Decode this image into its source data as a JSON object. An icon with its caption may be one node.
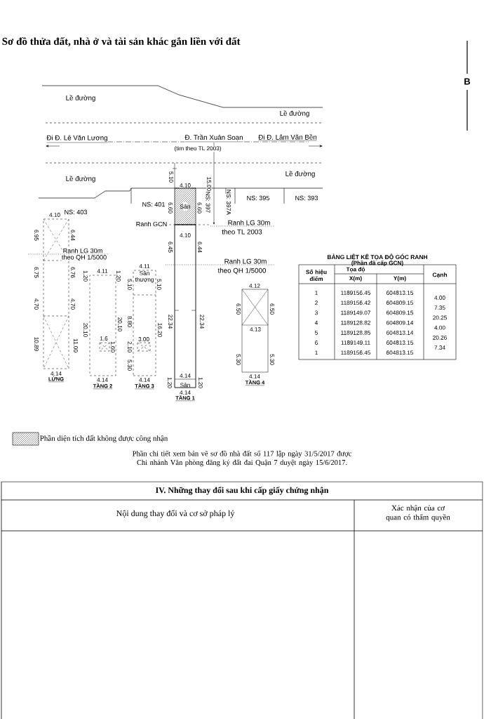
{
  "diagram": {
    "title": "Sơ đồ thửa đất, nhà ở và tài sản khác gắn liền với đất",
    "nodes": [
      {
        "text": [
          "Sân"
        ]
      },
      {
        "text": [],
        "shape": "box",
        "beside": [
          "LỬNG"
        ]
      },
      {
        "text": [],
        "shape": "box",
        "beside": [
          "TẦNG 2"
        ]
      },
      {
        "text": [
          "Sân thượng"
        ],
        "beside": [
          "TẦNG 3"
        ]
      },
      {
        "text": [
          "Sân"
        ],
        "beside": [
          "TẦNG 1"
        ]
      },
      {
        "text": [],
        "shape": "box",
        "beside": [
          "TẦNG 4"
        ]
      }
    ],
    "labels": [
      "Lề đường",
      "Lề đường",
      "Đi Đ. Lê Văn Lương",
      "Đ. Trần Xuân Soạn",
      "(tim theo TL 2003)",
      "Đi Đ. Lâm Văn Bền",
      "Lề đường",
      "Lề đường",
      "5.10",
      "15.00",
      "4.10",
      "NS: 403",
      "6.60",
      "6.60",
      "Ranh GCN",
      "Ranh LG 30m",
      "theo TL 2003",
      "4.10",
      "6.45",
      "6.44",
      "Ranh LG 30m",
      "theo QH 1/5000",
      "22.34",
      "22.34",
      "1.20",
      "4.14",
      "1.20",
      "4.14",
      "4.10",
      "6.95",
      "6.44",
      "Ranh LG 30m",
      "theo QH 1/5000",
      "6.75",
      "6.76",
      "4.70",
      "4.70",
      "10.89",
      "11.00",
      "4.14",
      "4.11",
      "1.20",
      "1.20",
      "20.10",
      "20.10",
      "1.6",
      "1.60",
      "4.14",
      "4.11",
      "5.10",
      "5.10",
      "8.80",
      "16.20",
      "3.00",
      "2.10",
      "5.30",
      "4.14",
      "4.12",
      "6.50",
      "6.50",
      "4.13",
      "5.30",
      "5.30",
      "4.14",
      "BẢNG LIỆT KÊ TỌA ĐỘ GÓC RANH",
      "(Phần đã cấp GCN)",
      "Số hiệu điểm",
      "Tọa độ",
      "Cạnh",
      "X(m)",
      "Y(m)",
      "1",
      "1189156.45",
      "604813.15",
      "2",
      "1189156.42",
      "604809.15",
      "3",
      "1189149.07",
      "604809.15",
      "4",
      "1189128.82",
      "604809.14",
      "5",
      "1189128.85",
      "604813.14",
      "6",
      "1189149.11",
      "604813.15",
      "1",
      "1189156.45",
      "604813.15",
      "4.00",
      "7.35",
      "20.25",
      "4.00",
      "20.26",
      "7.34",
      "B",
      "Phần chi tiết xem bản vẽ sơ đồ nhà đất số 117 lập ngày 31/5/2017 được Chi nhánh Văn phòng đăng ký đất đai Quận 7 duyệt ngày 15/6/2017.",
      "IV. Những thay đổi sau khi cấp giấy chứng nhận",
      "Nội dung thay đổi và cơ sở pháp lý",
      "Xác nhận của cơ quan có thẩm quyền",
      "NS: 401",
      "NS: 397",
      "NS: 397A",
      "NS: 395",
      "NS: 393"
    ],
    "legend": [
      {
        "text": "Phần diện tích đất không được công nhận"
      }
    ]
  }
}
